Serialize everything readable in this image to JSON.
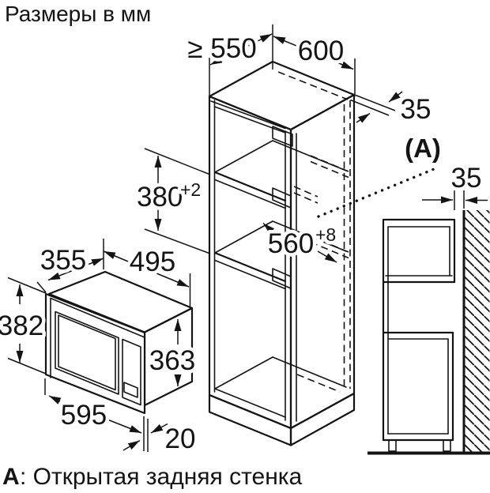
{
  "title": "Размеры в мм",
  "caption": {
    "label": "A",
    "text": ": Открытая задняя стенка"
  },
  "colors": {
    "line": "#141414",
    "background": "#ffffff"
  },
  "dims": {
    "cabinet_depth_min": "≥ 550",
    "cabinet_width": "600",
    "side_panel_thickness": "35",
    "wall_gap": "35",
    "niche_height": "380",
    "niche_height_tol": "+2",
    "niche_width": "560",
    "niche_width_tol": "+8",
    "detail_ref": "(A)",
    "mw_depth": "355",
    "mw_width": "495",
    "mw_frame_height": "382",
    "mw_body_height": "363",
    "mw_frame_width": "595",
    "mw_door_offset": "20"
  }
}
